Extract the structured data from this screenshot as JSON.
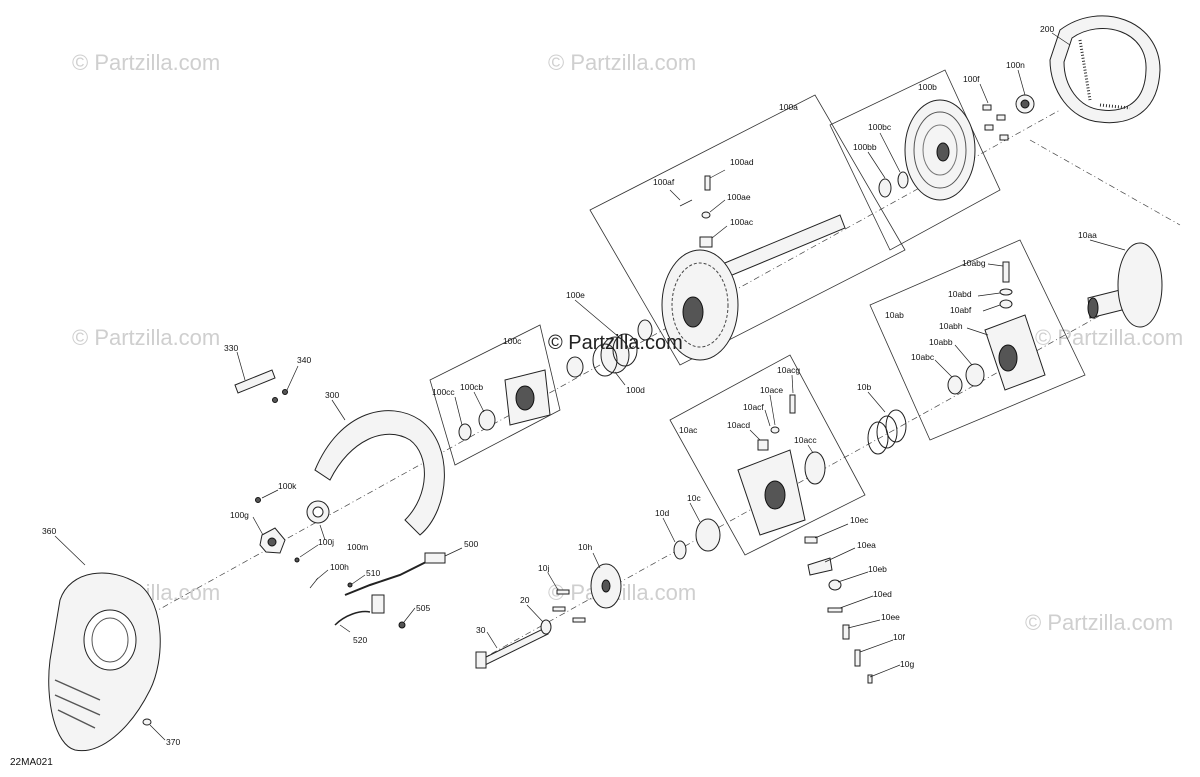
{
  "watermarks": [
    {
      "text": "© Partzilla.com"
    },
    {
      "text": "© Partzilla.com"
    },
    {
      "text": "© Partzilla.com"
    },
    {
      "text": "© Partzilla.com"
    },
    {
      "text": "© Partzilla.com"
    },
    {
      "text": "© Partzilla.com"
    },
    {
      "text": "© Partzilla.com"
    }
  ],
  "center_watermark": "© Partzilla.com",
  "diagram_ref": "22MA021",
  "callouts": [
    "200",
    "100n",
    "100f",
    "100b",
    "100bc",
    "100bb",
    "100a",
    "100ad",
    "100af",
    "100ae",
    "100ac",
    "10aa",
    "10abg",
    "10abd",
    "10abf",
    "10ab",
    "10abh",
    "10abb",
    "10abc",
    "100e",
    "100c",
    "100cc",
    "100cb",
    "100d",
    "10acg",
    "10ace",
    "10acf",
    "10acd",
    "10ac",
    "10acc",
    "10b",
    "330",
    "340",
    "300",
    "100k",
    "100g",
    "100j",
    "100m",
    "100h",
    "510",
    "500",
    "505",
    "520",
    "10d",
    "10c",
    "10h",
    "10j",
    "20",
    "30",
    "10ec",
    "10ea",
    "10eb",
    "10ed",
    "10ee",
    "10f",
    "10g",
    "360",
    "370"
  ]
}
